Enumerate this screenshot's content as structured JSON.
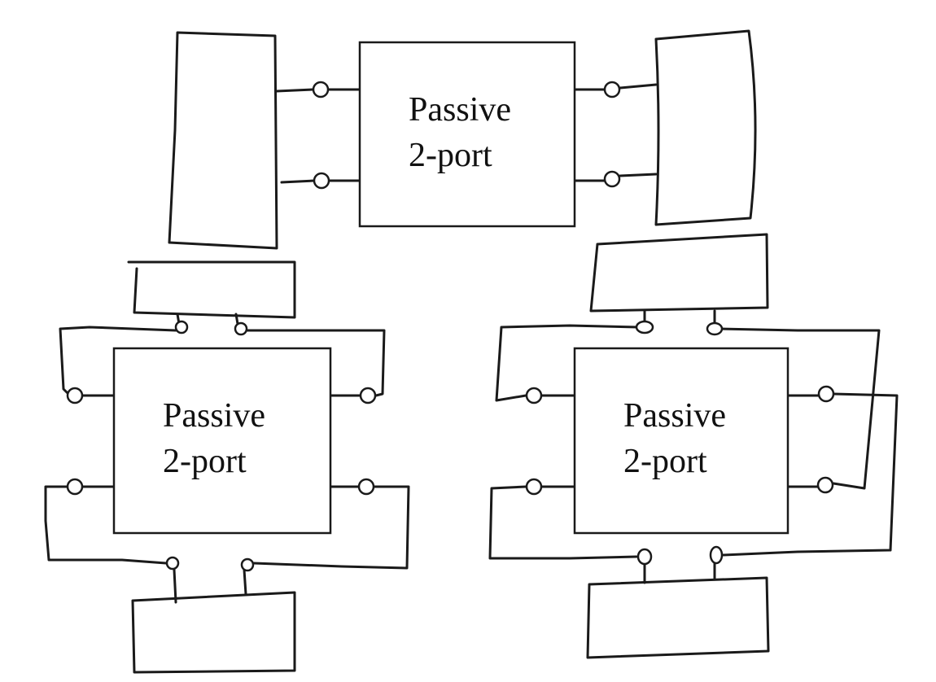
{
  "diagrams": [
    {
      "id": "top",
      "block": {
        "line1": "Passive",
        "line2": "2-port"
      }
    },
    {
      "id": "bottom-left",
      "block": {
        "line1": "Passive",
        "line2": "2-port"
      }
    },
    {
      "id": "bottom-right",
      "block": {
        "line1": "Passive",
        "line2": "2-port"
      }
    }
  ],
  "colors": {
    "ink": "#1a1a1a",
    "paper": "#ffffff"
  }
}
